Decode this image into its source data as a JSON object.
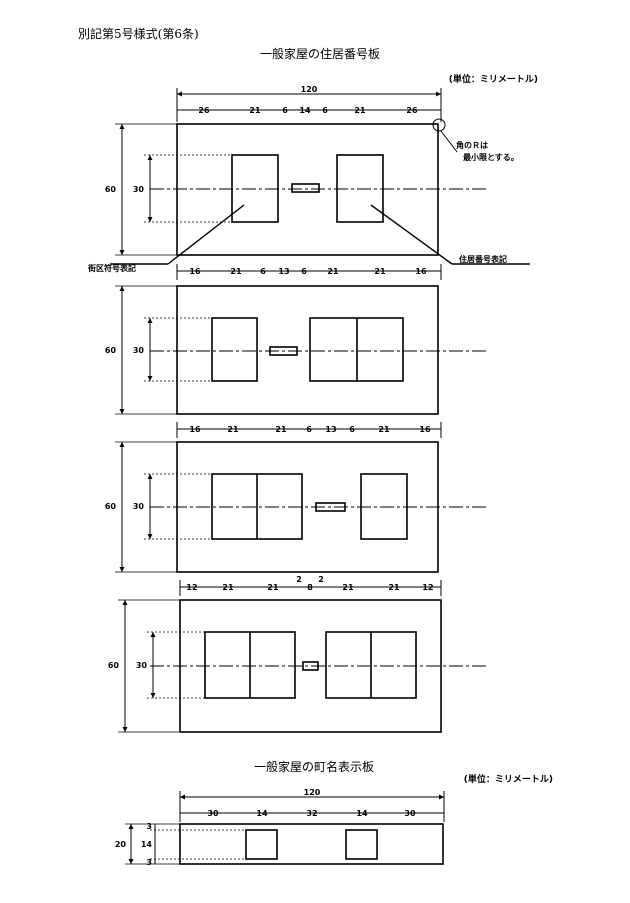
{
  "header": {
    "form_label": "別記第5号様式(第6条)"
  },
  "house_plate": {
    "title": "一般家屋の住居番号板",
    "unit_note": "(単位：ミリメートル)",
    "corner_note_line1": "角のＲは",
    "corner_note_line2": "最小限とする。",
    "label_block": "街区符号表記",
    "label_number": "住居番号表記",
    "total_width": "120",
    "height": "60",
    "inner_height": "30",
    "row1_dims": [
      "26",
      "21",
      "6",
      "14",
      "6",
      "21",
      "26"
    ],
    "row2_dims": [
      "16",
      "21",
      "6",
      "13",
      "6",
      "21",
      "21",
      "16"
    ],
    "row3_dims": [
      "16",
      "21",
      "21",
      "6",
      "13",
      "6",
      "21",
      "16"
    ],
    "row4_dims": [
      "12",
      "21",
      "21",
      "2",
      "8",
      "2",
      "21",
      "21",
      "12"
    ]
  },
  "town_plate": {
    "title": "一般家屋の町名表示板",
    "unit_note": "(単位：ミリメートル)",
    "total_width": "120",
    "dims": [
      "30",
      "14",
      "32",
      "14",
      "30"
    ],
    "height": "20",
    "v_dims": [
      "3",
      "14",
      "3"
    ]
  },
  "colors": {
    "ink": "#000000",
    "paper": "#ffffff"
  }
}
